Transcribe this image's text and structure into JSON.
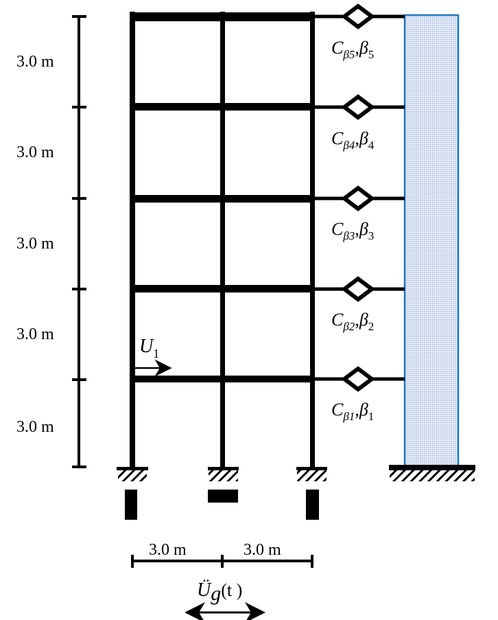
{
  "diagram": {
    "description": "Five-storey two-bay frame connected to an adjacent wall via dampers at each floor",
    "colors": {
      "frame": "#000000",
      "wall_fill": "#c9d6ea",
      "wall_border": "#1f77c8"
    },
    "story_heights": [
      {
        "label": "3.0 m"
      },
      {
        "label": "3.0 m"
      },
      {
        "label": "3.0 m"
      },
      {
        "label": "3.0 m"
      },
      {
        "label": "3.0 m"
      }
    ],
    "bay_widths": [
      {
        "label": "3.0 m"
      },
      {
        "label": "3.0 m"
      }
    ],
    "dampers": [
      {
        "c_main": "C",
        "c_sub": "β5",
        "sep": ",",
        "b_main": "β",
        "b_sub": "5"
      },
      {
        "c_main": "C",
        "c_sub": "β4",
        "sep": ",",
        "b_main": "β",
        "b_sub": "4"
      },
      {
        "c_main": "C",
        "c_sub": "β3",
        "sep": ",",
        "b_main": "β",
        "b_sub": "3"
      },
      {
        "c_main": "C",
        "c_sub": "β2",
        "sep": ",",
        "b_main": "β",
        "b_sub": "2"
      },
      {
        "c_main": "C",
        "c_sub": "β1",
        "sep": ",",
        "b_main": "β",
        "b_sub": "1"
      }
    ],
    "displacement": {
      "main": "U",
      "sub": "1"
    },
    "ground_motion": {
      "main": "Ü",
      "sub": "g",
      "arg": "(t )"
    }
  }
}
